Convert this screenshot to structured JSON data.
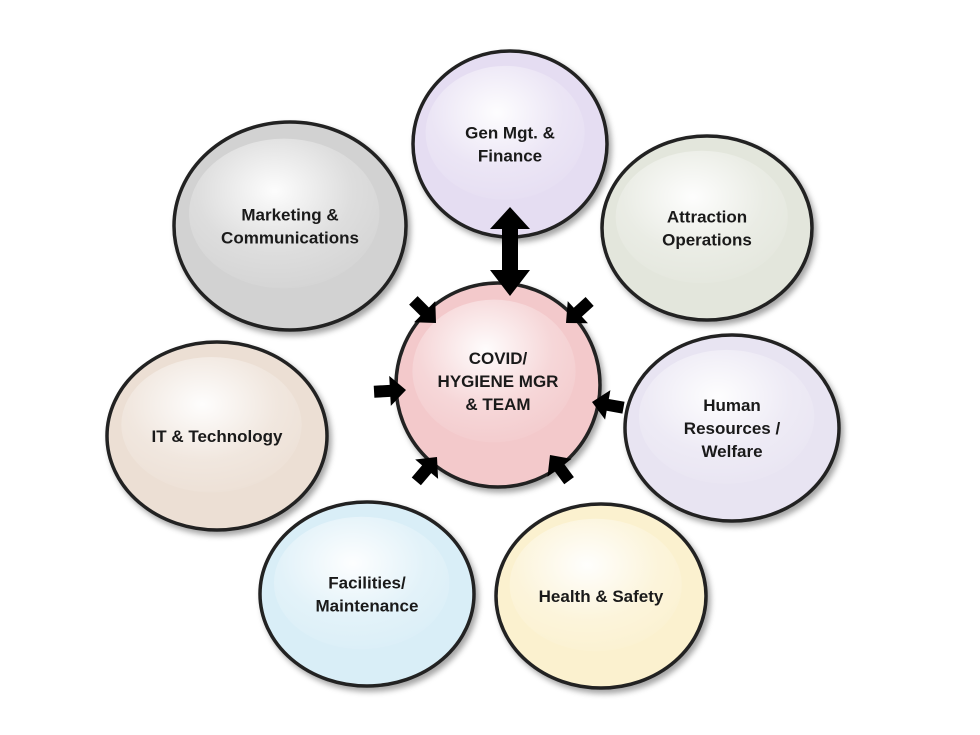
{
  "center": {
    "lines": [
      "COVID/",
      "HYGIENE MGR",
      "& TEAM"
    ],
    "fill": "#f3c9cb",
    "stroke": "#222222"
  },
  "nodes": [
    {
      "id": "gen-mgt-finance",
      "lines": [
        "Gen Mgt. &",
        "Finance"
      ],
      "fill": "#e5ddf2",
      "stroke": "#222222"
    },
    {
      "id": "attraction-operations",
      "lines": [
        "Attraction",
        "Operations"
      ],
      "fill": "#e3e6dc",
      "stroke": "#222222"
    },
    {
      "id": "human-resources-welfare",
      "lines": [
        "Human",
        "Resources /",
        "Welfare"
      ],
      "fill": "#e8e4f2",
      "stroke": "#222222"
    },
    {
      "id": "health-safety",
      "lines": [
        "Health & Safety"
      ],
      "fill": "#fbf1cf",
      "stroke": "#222222"
    },
    {
      "id": "facilities-maintenance",
      "lines": [
        "Facilities/",
        "Maintenance"
      ],
      "fill": "#d9eef7",
      "stroke": "#222222"
    },
    {
      "id": "it-technology",
      "lines": [
        "IT & Technology"
      ],
      "fill": "#ecdfd4",
      "stroke": "#222222"
    },
    {
      "id": "marketing-communications",
      "lines": [
        "Marketing  &",
        "Communications"
      ],
      "fill": "#d2d2d2",
      "stroke": "#222222"
    }
  ],
  "arrow_color": "#000000"
}
